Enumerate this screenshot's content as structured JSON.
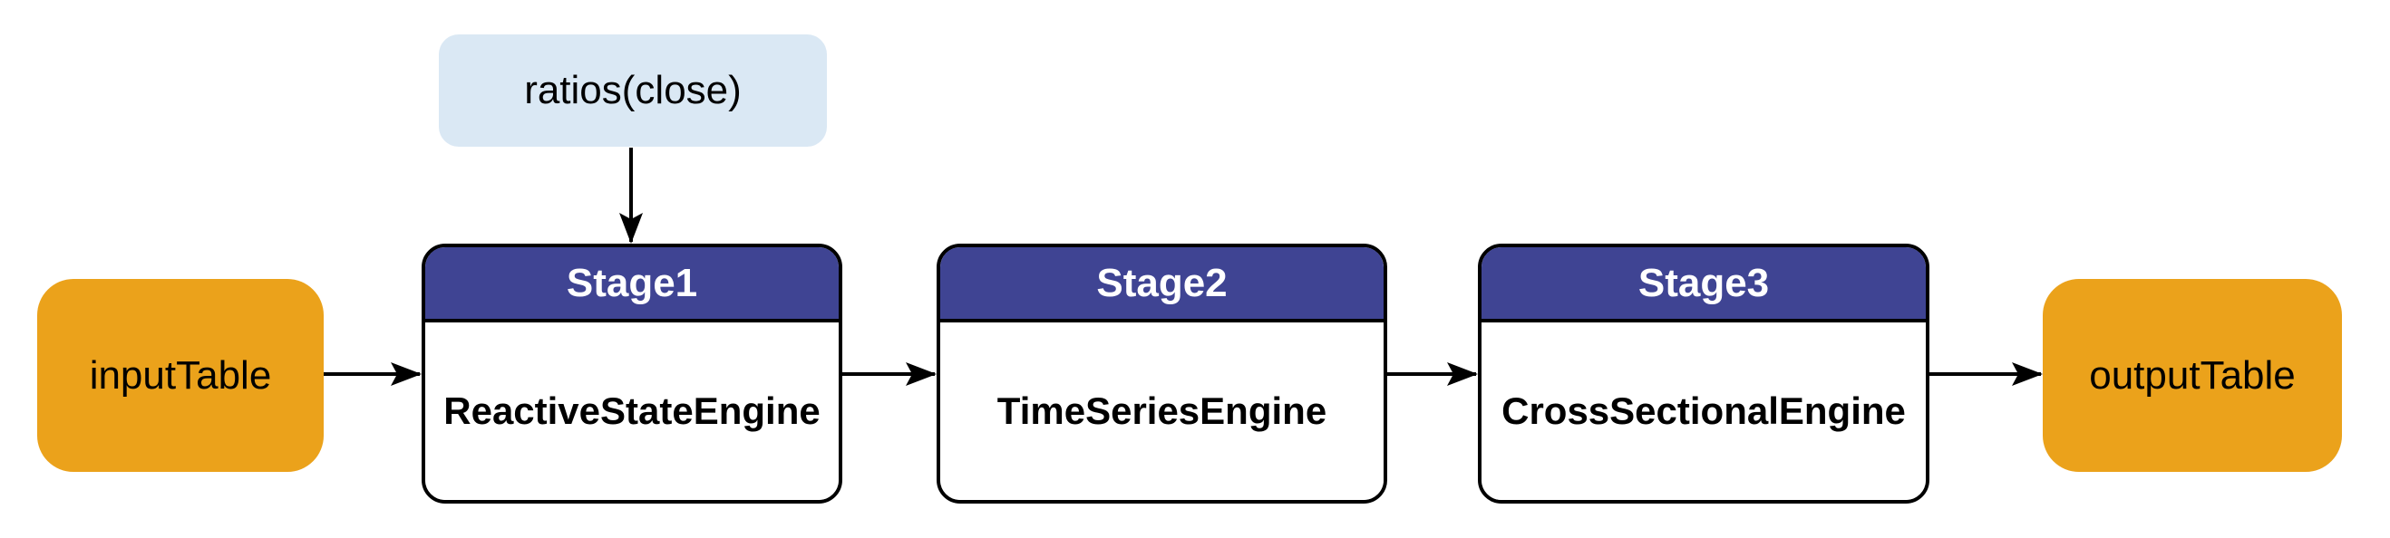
{
  "diagram": {
    "background_color": "#ffffff",
    "parameter_node": {
      "label": "ratios(close)",
      "fill_color": "#dae8f4",
      "text_color": "#000000"
    },
    "input_node": {
      "label": "inputTable",
      "fill_color": "#eba21b",
      "text_color": "#000000"
    },
    "output_node": {
      "label": "outputTable",
      "fill_color": "#eba21b",
      "text_color": "#000000"
    },
    "stages": [
      {
        "title": "Stage1",
        "engine": "ReactiveStateEngine"
      },
      {
        "title": "Stage2",
        "engine": "TimeSeriesEngine"
      },
      {
        "title": "Stage3",
        "engine": "CrossSectionalEngine"
      }
    ],
    "stage_style": {
      "header_fill_color": "#3f4493",
      "header_text_color": "#ffffff",
      "body_fill_color": "#ffffff",
      "border_color": "#000000"
    },
    "arrows": {
      "color": "#000000",
      "connections": [
        {
          "from": "ratios(close)",
          "to": "Stage1",
          "direction": "down"
        },
        {
          "from": "inputTable",
          "to": "Stage1",
          "direction": "right"
        },
        {
          "from": "Stage1",
          "to": "Stage2",
          "direction": "right"
        },
        {
          "from": "Stage2",
          "to": "Stage3",
          "direction": "right"
        },
        {
          "from": "Stage3",
          "to": "outputTable",
          "direction": "right"
        }
      ]
    }
  }
}
